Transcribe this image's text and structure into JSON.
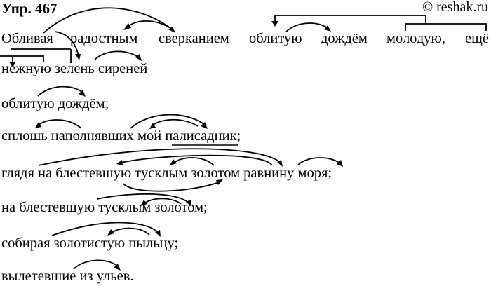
{
  "header": {
    "title": "Упр. 467",
    "watermark": "© reshak.ru"
  },
  "sentence": {
    "words": [
      "Обливая",
      "радостным",
      "сверканием",
      "облитую",
      "дождём",
      "молодую,",
      "ещё"
    ],
    "line2": "нежную зелень сиреней"
  },
  "phrases": [
    "облитую дождём;",
    "сплошь наполнявших мой палисадник;",
    "глядя на блестевшую тусклым золотом равнину моря;",
    "на блестевшую тусклым золотом;",
    "собирая золотистую пыльцу;",
    "вылетевшие из ульев."
  ],
  "colors": {
    "text": "#000000",
    "background": "#ffffff"
  }
}
